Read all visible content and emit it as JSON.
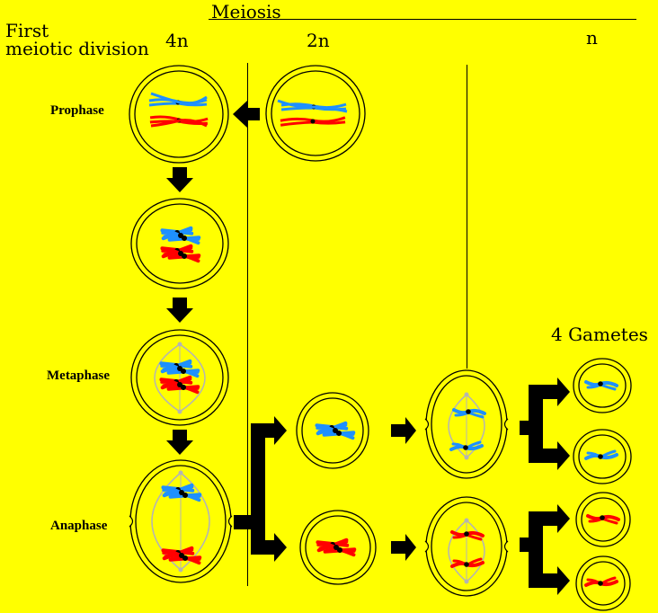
{
  "title": "Meiosis",
  "heading": {
    "line1": "First",
    "line2": "meiotic division"
  },
  "columns": {
    "col1": "4n",
    "col2": "2n",
    "col3": "n"
  },
  "stages": {
    "prophase": "Prophase",
    "metaphase": "Metaphase",
    "anaphase": "Anaphase"
  },
  "gametes_label": "4  Gametes",
  "colors": {
    "background": "#ffff00",
    "chromosome_a": "#1e90ff",
    "chromosome_b": "#ff0000",
    "spindle": "#b4b4b4",
    "membrane": "#000000"
  }
}
